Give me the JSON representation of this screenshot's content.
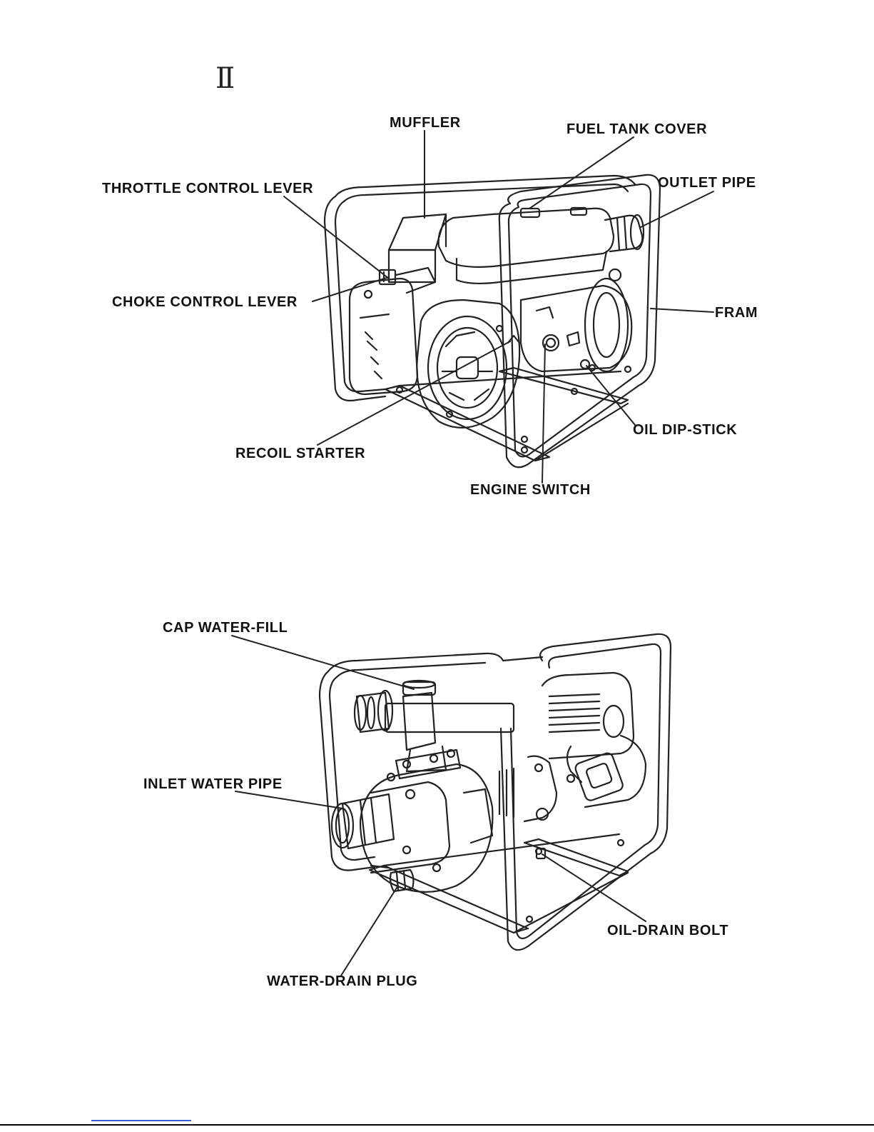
{
  "section": {
    "mark": "Ⅱ"
  },
  "figure_top": {
    "labels": {
      "muffler": "MUFFLER",
      "fuel_tank_cover": "FUEL TANK COVER",
      "throttle_control_lever": "THROTTLE CONTROL  LEVER",
      "outlet_pipe": "OUTLET PIPE",
      "choke_control_lever": "CHOKE CONTROL  LEVER",
      "fram": "FRAM",
      "oil_dip_stick": "OIL DIP-STICK",
      "recoil_starter": "RECOIL STARTER",
      "engine_switch": "ENGINE SWITCH"
    }
  },
  "figure_bottom": {
    "labels": {
      "cap_water_fill": "CAP WATER-FILL",
      "inlet_water_pipe": "INLET WATER PIPE",
      "oil_drain_bolt": "OIL-DRAIN BOLT",
      "water_drain_plug": "WATER-DRAIN PLUG"
    }
  }
}
